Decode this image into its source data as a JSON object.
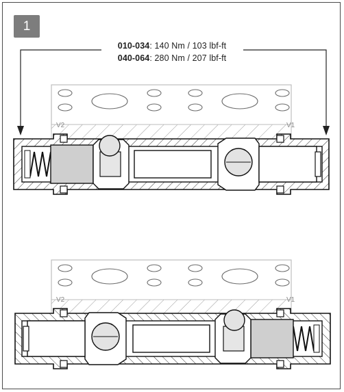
{
  "step": {
    "number": "1"
  },
  "torque_specs": [
    {
      "range": "010-034",
      "value": "140 Nm / 103 lbf-ft"
    },
    {
      "range": "040-064",
      "value": "280 Nm / 207 lbf-ft"
    }
  ],
  "port_labels": {
    "left": "V2",
    "right": "V1"
  },
  "colors": {
    "frame": "#4a4a4a",
    "badge": "#7d7d7d",
    "block_stroke": "#bdbdbd",
    "insert_fill": "#cfcfcf"
  }
}
